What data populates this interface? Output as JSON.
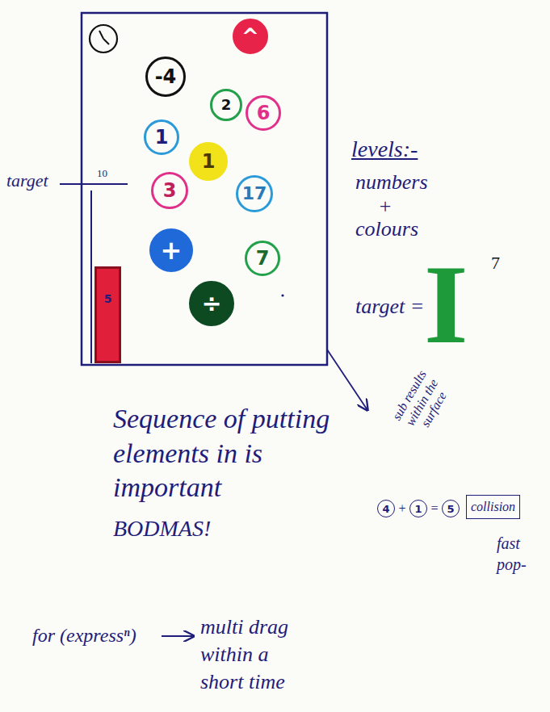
{
  "diagram": {
    "nodes": [
      {
        "text": [
          "^"
        ]
      },
      {
        "text": [
          "-4"
        ]
      },
      {
        "text": [
          "2"
        ]
      },
      {
        "text": [
          "6"
        ]
      },
      {
        "text": [
          "1"
        ]
      },
      {
        "text": [
          "1"
        ]
      },
      {
        "text": [
          "3"
        ]
      },
      {
        "text": [
          "17"
        ]
      },
      {
        "text": [
          "+"
        ]
      },
      {
        "text": [
          "7"
        ]
      },
      {
        "text": [
          "5"
        ]
      },
      {
        "text": [
          "÷"
        ]
      },
      {
        "text": [
          "4"
        ]
      },
      {
        "text": [
          "1"
        ]
      },
      {
        "text": [
          "5"
        ]
      },
      {
        "text": [
          "collision"
        ]
      }
    ],
    "labels": [
      "10",
      "target",
      "levels:-",
      "numbers",
      "+",
      "colours",
      "target =",
      "I",
      "7",
      "sub results within the surface",
      "+",
      "=",
      "Sequence of putting elements in is important",
      "BODMAS!",
      "fast pop-",
      "for (expressⁿ)",
      "multi drag within a short time"
    ]
  }
}
